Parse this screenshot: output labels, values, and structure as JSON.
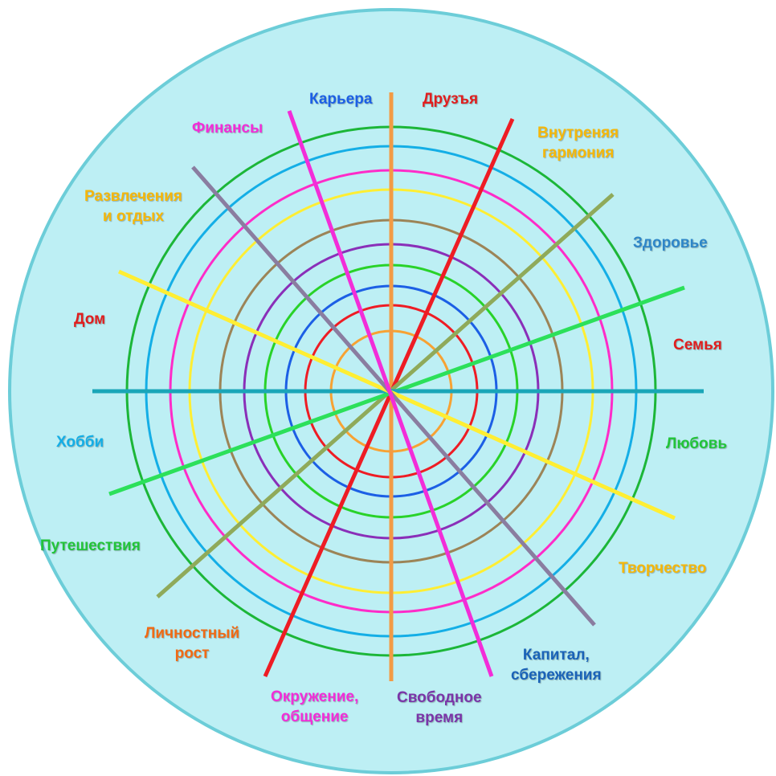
{
  "background": {
    "disc_fill": "#bdeff4",
    "disc_stroke": "#6ccdd8"
  },
  "rings": [
    {
      "color": "#f7a233"
    },
    {
      "color": "#ee1c24"
    },
    {
      "color": "#1c5fe5"
    },
    {
      "color": "#29d229"
    },
    {
      "color": "#8a2fb8"
    },
    {
      "color": "#9c8457"
    },
    {
      "color": "#ffee33"
    },
    {
      "color": "#ff2cc8"
    },
    {
      "color": "#14aee6"
    },
    {
      "color": "#1cb638"
    }
  ],
  "spokes": [
    {
      "color": "#f29b45"
    },
    {
      "color": "#ee1c24"
    },
    {
      "color": "#8faa5a"
    },
    {
      "color": "#2ce05a"
    },
    {
      "color": "#1aa6b8"
    },
    {
      "color": "#ffee33"
    },
    {
      "color": "#8a7da0"
    },
    {
      "color": "#f22dd8"
    }
  ],
  "labels": [
    {
      "id": "career",
      "text": "Карьера",
      "color": "#1c5fe5"
    },
    {
      "id": "friends",
      "text": "Друзъя",
      "color": "#e01e1e"
    },
    {
      "id": "harmony",
      "text": "Внутреняя\nгармония",
      "color": "#f5b70a"
    },
    {
      "id": "health",
      "text": "Здоровье",
      "color": "#2e86c8"
    },
    {
      "id": "family",
      "text": "Семья",
      "color": "#e01e1e"
    },
    {
      "id": "love",
      "text": "Любовь",
      "color": "#22c43a"
    },
    {
      "id": "creativity",
      "text": "Творчество",
      "color": "#f5b70a"
    },
    {
      "id": "capital",
      "text": "Капитал,\nсбережения",
      "color": "#1a63b8"
    },
    {
      "id": "free-time",
      "text": "Свободное\nвремя",
      "color": "#7a35a8"
    },
    {
      "id": "social",
      "text": "Окружение,\nобщение",
      "color": "#f22dd8"
    },
    {
      "id": "growth",
      "text": "Личностный\nрост",
      "color": "#f06a14"
    },
    {
      "id": "travel",
      "text": "Путешествия",
      "color": "#22c43a"
    },
    {
      "id": "hobby",
      "text": "Хобби",
      "color": "#14aee6"
    },
    {
      "id": "home",
      "text": "Дом",
      "color": "#e01e1e"
    },
    {
      "id": "leisure",
      "text": "Развлечения\nи отдых",
      "color": "#f5b70a"
    },
    {
      "id": "finance",
      "text": "Финансы",
      "color": "#f22dd8"
    }
  ]
}
